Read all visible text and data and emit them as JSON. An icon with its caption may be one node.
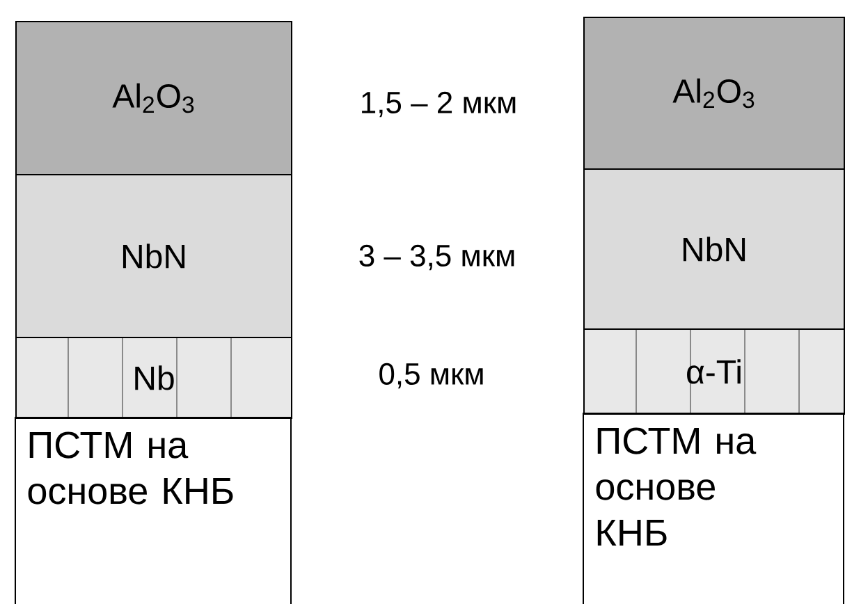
{
  "diagram": {
    "nodes": [
      {
        "text": [
          "Al$_{2}$O$_{3}$"
        ]
      },
      {
        "text": [
          "NbN"
        ]
      },
      {
        "text": [
          "Nb"
        ]
      },
      {
        "text": [
          "ПСТМ на основе КНБ"
        ]
      },
      {
        "text": [
          "Al$_{2}$O$_{3}$"
        ]
      },
      {
        "text": [
          "NbN"
        ]
      },
      {
        "text": [
          "α-Ti"
        ]
      },
      {
        "text": [
          "ПСТМ на основе КНБ"
        ]
      }
    ],
    "labels": [
      "1,5 – 2 мкм",
      "3 – 3,5 мкм",
      "0,5 мкм"
    ]
  }
}
